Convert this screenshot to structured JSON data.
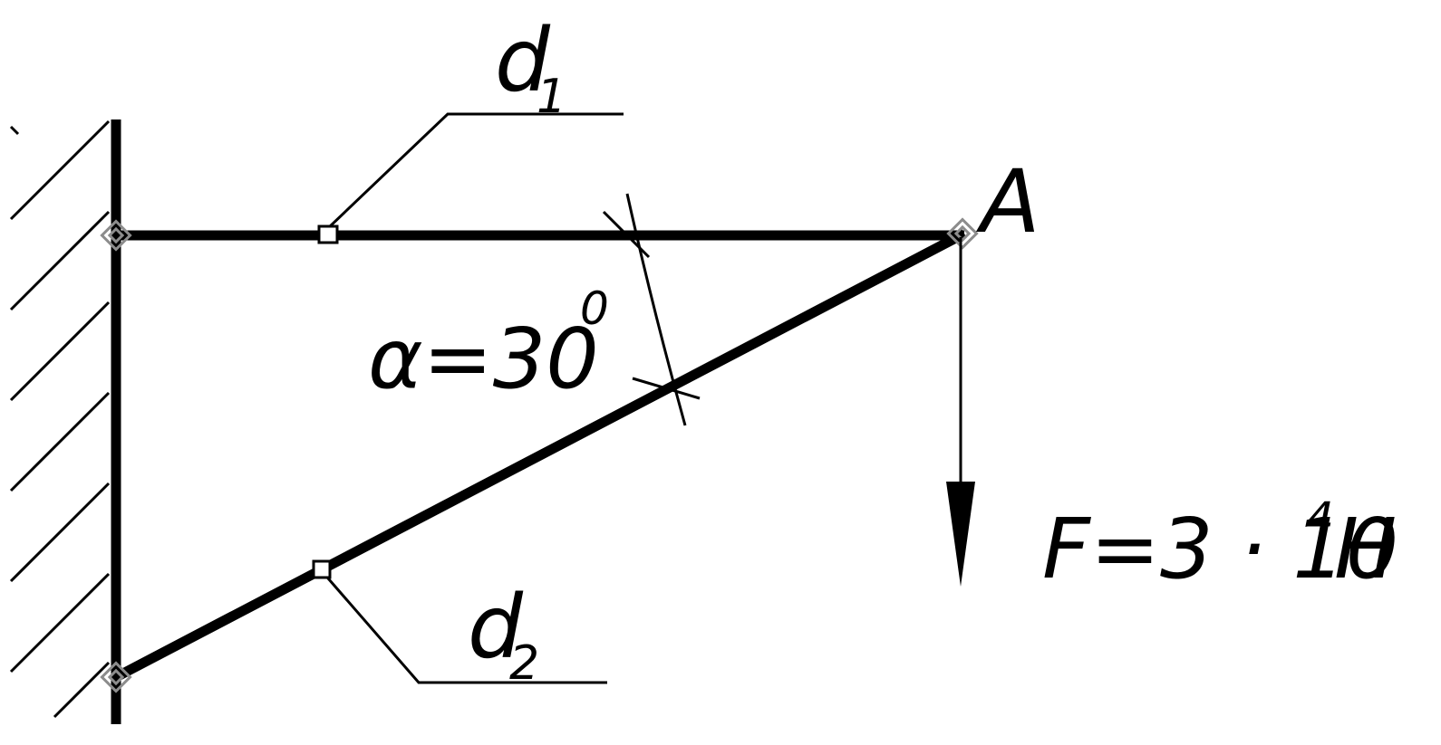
{
  "diagram": {
    "rod1_label": {
      "main": "d",
      "sub": "1"
    },
    "rod2_label": {
      "main": "d",
      "sub": "2"
    },
    "point_label": "A",
    "angle_label": {
      "main": "α=30",
      "sup": "0"
    },
    "force_label": {
      "main": "F=3 · 10",
      "sup": "4",
      "unit": "H"
    },
    "colors": {
      "stroke": "#000000",
      "node_marker": "#8c8c8c",
      "background": "#ffffff"
    }
  }
}
